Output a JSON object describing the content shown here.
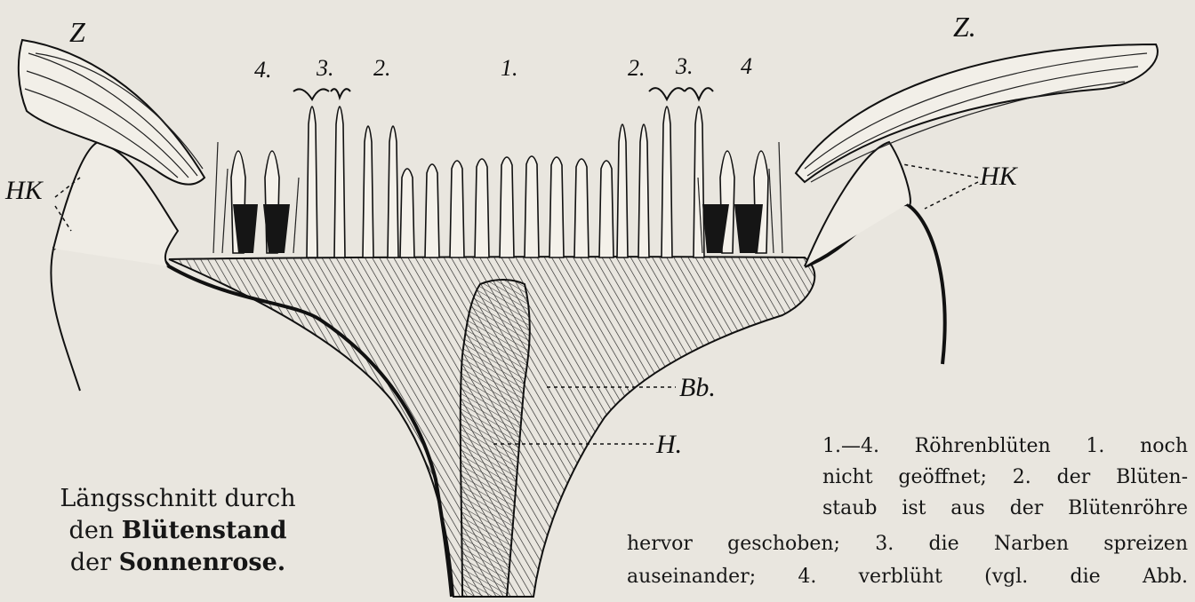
{
  "labels": {
    "z_left": "Z",
    "z_right": "Z.",
    "hk_left": "HK",
    "hk_right": "HK",
    "num_left": [
      "4.",
      "3.",
      "2."
    ],
    "num_center": "1.",
    "num_right": [
      "2.",
      "3.",
      "4"
    ],
    "bb": "Bb.",
    "h": "H."
  },
  "caption": {
    "line1": "Längsschnitt durch",
    "line2_prefix": "den ",
    "line2_bold": "Blütenstand",
    "line3_prefix": "der ",
    "line3_bold": "Sonnenrose."
  },
  "legend": {
    "line1": "1.—4. Röhrenblüten 1. noch",
    "line2": "nicht geöffnet; 2. der Blüten-",
    "line3": "staub ist aus der Blütenröhre",
    "line4": "hervor geschoben; 3. die Narben spreizen",
    "line5": "auseinander; 4. verblüht (vgl. die Abb."
  }
}
